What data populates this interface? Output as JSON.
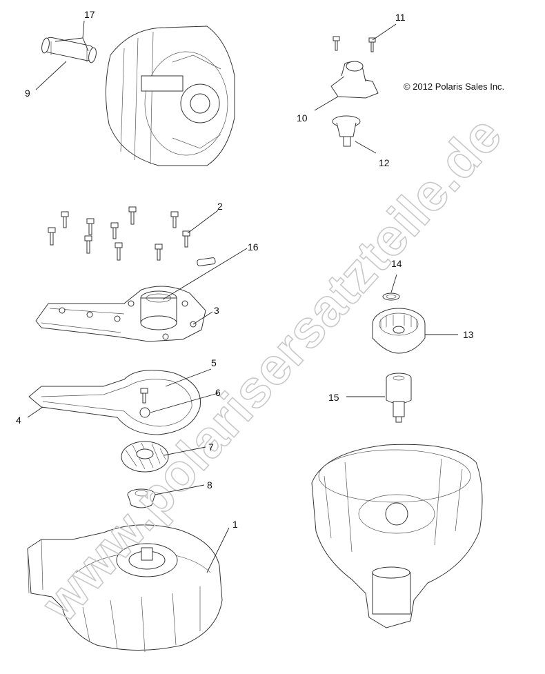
{
  "copyright": "© 2012 Polaris Sales Inc.",
  "watermark": "www.polarisersatzteile.de",
  "callouts": [
    {
      "id": "1",
      "label": "1"
    },
    {
      "id": "2",
      "label": "2"
    },
    {
      "id": "3",
      "label": "3"
    },
    {
      "id": "4",
      "label": "4"
    },
    {
      "id": "5",
      "label": "5"
    },
    {
      "id": "6",
      "label": "6"
    },
    {
      "id": "7",
      "label": "7"
    },
    {
      "id": "8",
      "label": "8"
    },
    {
      "id": "9",
      "label": "9"
    },
    {
      "id": "10",
      "label": "10"
    },
    {
      "id": "11",
      "label": "11"
    },
    {
      "id": "12",
      "label": "12"
    },
    {
      "id": "13",
      "label": "13"
    },
    {
      "id": "14",
      "label": "14"
    },
    {
      "id": "15",
      "label": "15"
    },
    {
      "id": "16",
      "label": "16"
    },
    {
      "id": "17",
      "label": "17"
    }
  ]
}
